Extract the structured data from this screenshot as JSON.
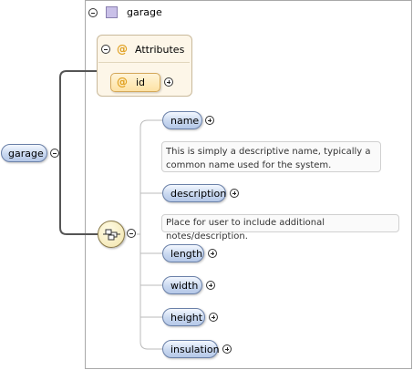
{
  "root": {
    "label": "garage"
  },
  "type_box": {
    "title": "garage",
    "color": "#c9c0e8"
  },
  "attributes": {
    "title": "Attributes",
    "items": [
      {
        "label": "id"
      }
    ]
  },
  "elements": [
    {
      "label": "name",
      "doc": "This is simply a descriptive name, typically a common name used for the system."
    },
    {
      "label": "description",
      "doc": "Place for user to include additional notes/description."
    },
    {
      "label": "length"
    },
    {
      "label": "width"
    },
    {
      "label": "height"
    },
    {
      "label": "insulation"
    }
  ],
  "colors": {
    "element_fill": "#c9d8f0",
    "element_border": "#6a80a8",
    "attribute_fill": "#fde2a4",
    "attribute_box": "#fdf6e8",
    "connector": "#555555"
  },
  "icons": {
    "collapse": "minus-circle-icon",
    "expand": "plus-circle-icon",
    "sequence": "sequence-compositor-icon",
    "attribute": "at-sign-icon"
  }
}
